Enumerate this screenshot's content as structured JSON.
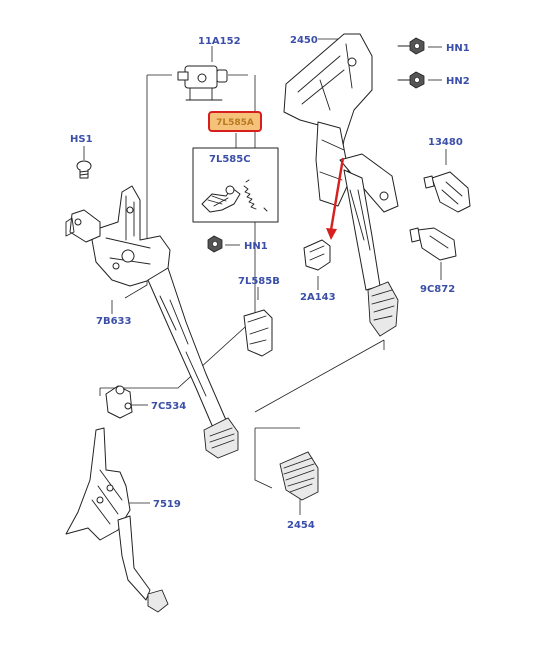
{
  "labels": {
    "l11a152": "11A152",
    "l2450": "2450",
    "hn1_top": "HN1",
    "hn2": "HN2",
    "highlighted": "7L585A",
    "l7l585c": "7L585C",
    "hs1": "HS1",
    "l13480": "13480",
    "hn1_mid": "HN1",
    "l7l585b": "7L585B",
    "l2a143": "2A143",
    "l9c872": "9C872",
    "l7b633": "7B633",
    "l7c534": "7C534",
    "l7519": "7519",
    "l2454": "2454"
  },
  "colors": {
    "label_text": "#3b4fa8",
    "highlight_fill": "#f6c27a",
    "highlight_border": "#d62020",
    "arrow": "#d62020",
    "line_art": "#222222"
  }
}
